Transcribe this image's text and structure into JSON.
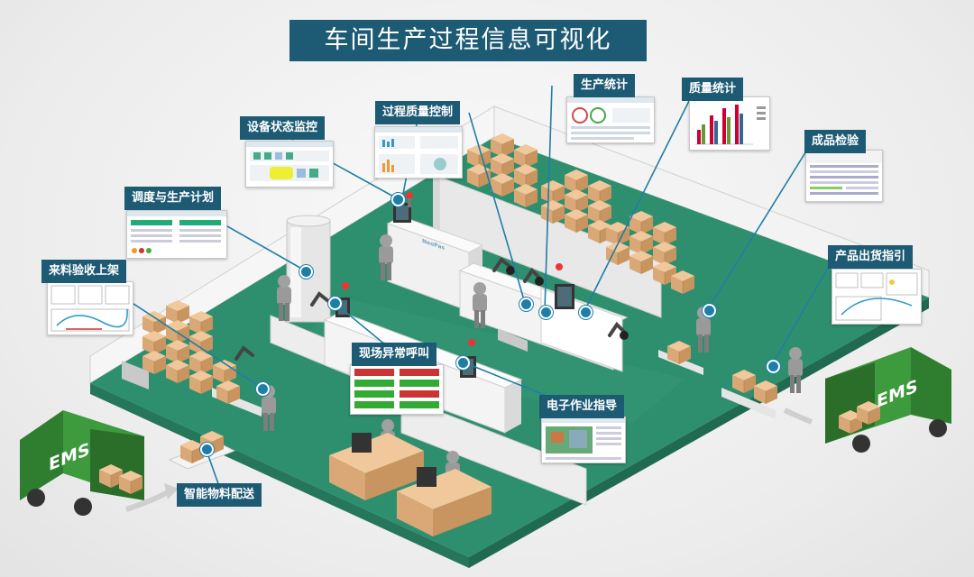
{
  "title": "车间生产过程信息可视化",
  "labels": {
    "production_stats": "生产统计",
    "quality_stats": "质量统计",
    "process_quality": "过程质量控制",
    "equipment_monitor": "设备状态监控",
    "finished_inspection": "成品检验",
    "scheduling_plan": "调度与生产计划",
    "product_shipping": "产品出货指引",
    "incoming_inspection": "来料验收上架",
    "andon_call": "现场异常呼叫",
    "electronic_sop": "电子作业指导",
    "smart_delivery": "智能物料配送"
  },
  "truck_left_text": "EMS",
  "truck_right_text": "EMS",
  "machine_logo": "NeoPas",
  "colors": {
    "title_bg": "#1d5a74",
    "floor": "#2e8f6f",
    "wall": "#ececec",
    "truck": "#3a8a3a",
    "box": "#e3b586",
    "connector": "#1f7ea6"
  }
}
